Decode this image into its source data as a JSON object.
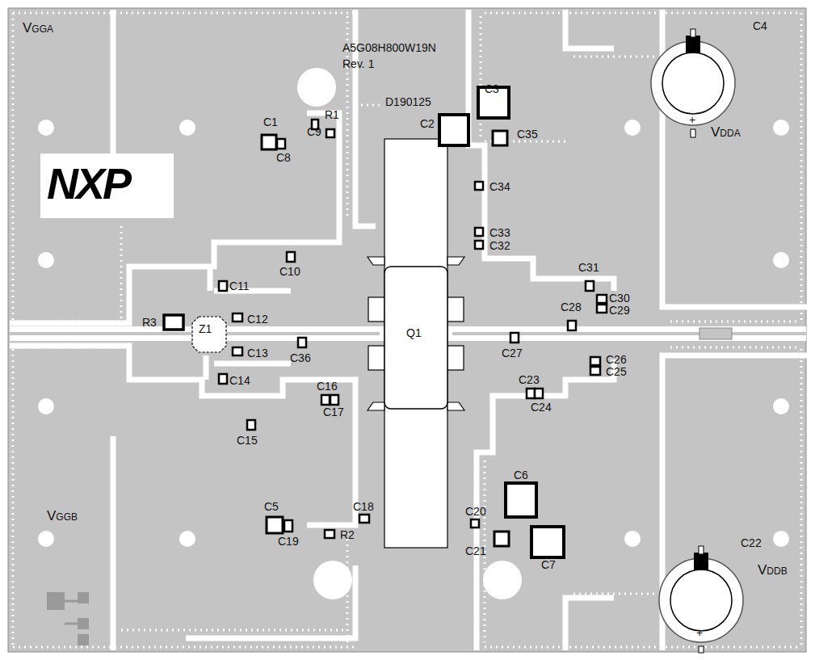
{
  "diagram": {
    "labels": [
      "VGGA",
      "A5G08H800W19N",
      "Rev. 1",
      "D190125",
      "C4",
      "+",
      "VDDA",
      "C3",
      "C2",
      "C35",
      "R1",
      "C1",
      "C9",
      "C8",
      "NXP",
      "C34",
      "C33",
      "C32",
      "C10",
      "C11",
      "C31",
      "C30",
      "C29",
      "C28",
      "R3",
      "C12",
      "Z1",
      "Q1",
      "C27",
      "C13",
      "C36",
      "C26",
      "C25",
      "C14",
      "C16",
      "C23",
      "C24",
      "C17",
      "C15",
      "C6",
      "C18",
      "C5",
      "C20",
      "VGGB",
      "C19",
      "R2",
      "C21",
      "C7",
      "C22",
      "VDDB",
      "+"
    ]
  }
}
